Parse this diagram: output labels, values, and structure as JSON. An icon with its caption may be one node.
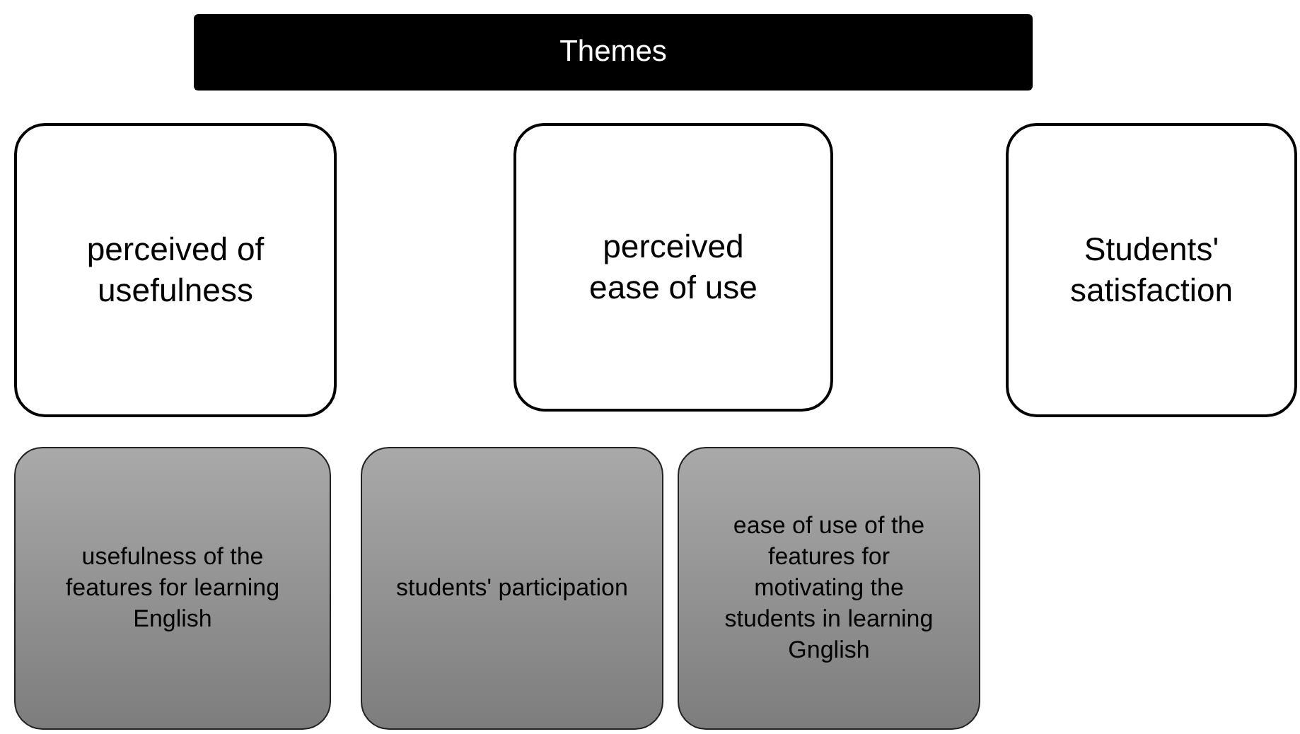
{
  "diagram": {
    "nodes": [
      {
        "text": [
          "Themes"
        ]
      },
      {
        "text": [
          "perceived of usefulness"
        ]
      },
      {
        "text": [
          "perceived ease of use"
        ]
      },
      {
        "text": [
          "Students' satisfaction"
        ]
      },
      {
        "text": [
          "usefulness of the features for learning English"
        ]
      },
      {
        "text": [
          "students' participation"
        ]
      },
      {
        "text": [
          "ease of use of the features for motivating the students in learning Gnglish"
        ]
      }
    ]
  }
}
